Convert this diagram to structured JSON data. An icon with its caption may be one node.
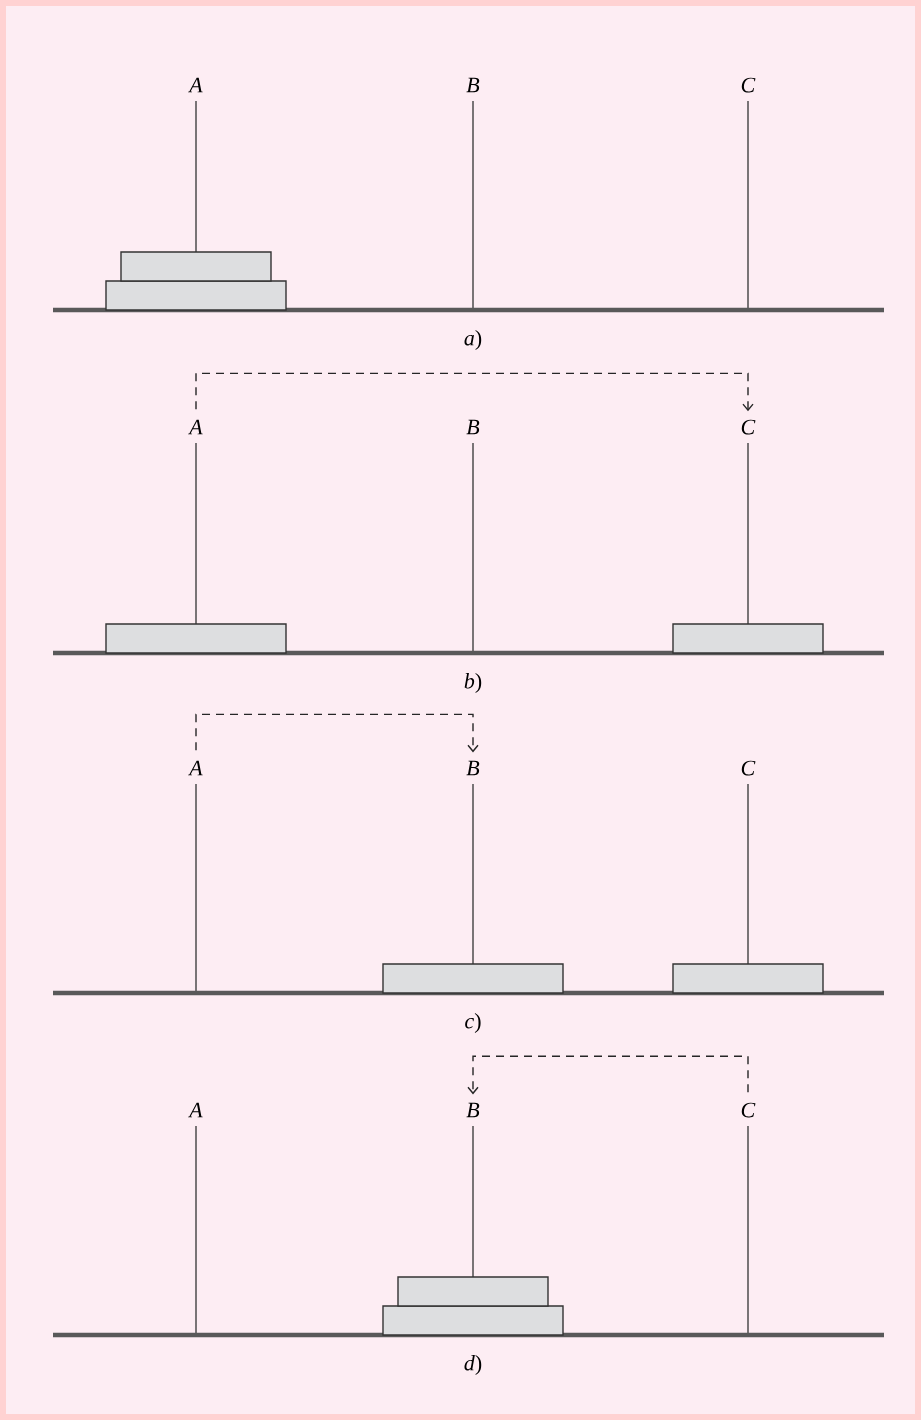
{
  "diagram": {
    "nodes": [
      {
        "text": [
          "*A*"
        ]
      },
      {
        "text": [
          "*B*"
        ]
      },
      {
        "text": [
          "*C*"
        ]
      },
      {
        "text": [
          "*A*"
        ]
      },
      {
        "text": [
          "*B*"
        ]
      },
      {
        "text": [
          "*C*"
        ]
      },
      {
        "text": [
          "*A*"
        ]
      },
      {
        "text": [
          "*B*"
        ]
      },
      {
        "text": [
          "*C*"
        ]
      },
      {
        "text": [
          "*A*"
        ]
      },
      {
        "text": [
          "*B*"
        ]
      },
      {
        "text": [
          "*C*"
        ]
      }
    ],
    "edges": [
      {
        "from": 3,
        "to": 5,
        "arrow": "to",
        "style": "dashed"
      },
      {
        "from": 6,
        "to": 7,
        "arrow": "to",
        "style": "dashed"
      },
      {
        "from": 11,
        "to": 10,
        "arrow": "to",
        "style": "dashed"
      }
    ],
    "labels": [
      "*a*)",
      "*b*)",
      "*c*)",
      "*d*)"
    ]
  }
}
